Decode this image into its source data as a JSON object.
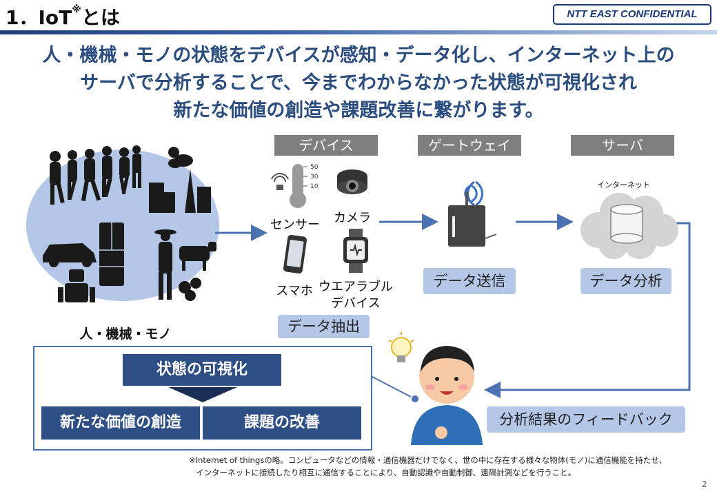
{
  "header": {
    "title": "1．IoT",
    "title_mark": "※",
    "title_suffix": "とは",
    "confidential": "NTT EAST CONFIDENTIAL"
  },
  "headline": {
    "line1": "人・機械・モノの状態をデバイスが感知・データ化し、インターネット上の",
    "line2": "サーバで分析することで、今までわからなかった状態が可視化され",
    "line3": "新たな価値の創造や課題改善に繋がります。"
  },
  "diagram": {
    "subjects_label": "人・機械・モノ",
    "device_header": "デバイス",
    "gateway_header": "ゲートウェイ",
    "server_header": "サーバ",
    "sensor_label": "センサー",
    "camera_label": "カメラ",
    "smartphone_label": "スマホ",
    "wearable_label_1": "ウエアラブル",
    "wearable_label_2": "デバイス",
    "data_extract": "データ抽出",
    "data_send": "データ送信",
    "data_analysis": "データ分析",
    "internet_label": "インターネット",
    "feedback": "分析結果のフィードバック",
    "thermo_ticks": [
      "50",
      "30",
      "10"
    ]
  },
  "result_panel": {
    "visualize": "状態の可視化",
    "new_value": "新たな価値の創造",
    "improve": "課題の改善"
  },
  "footnote": {
    "line1": "※Internet of thingsの略。コンピュータなどの情報・通信機器だけでなく、世の中に存在する様々な物体(モノ)に通信機能を持たせ、",
    "line2": "インターネットに接続したり相互に通信することにより、自動認識や自動制御、遠隔計測などを行うこと。"
  },
  "page_number": "2",
  "colors": {
    "navy": "#2e4f86",
    "light_blue": "#b4c7e7",
    "arrow": "#4a72b0",
    "gray_header": "#7f7f7f"
  }
}
